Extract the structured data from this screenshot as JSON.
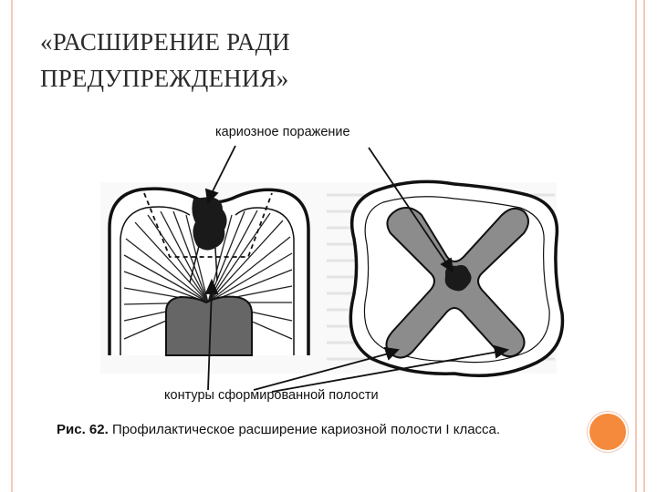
{
  "slide": {
    "title_line1": "«РАСШИРЕНИЕ РАДИ",
    "title_line2": "ПРЕДУПРЕЖДЕНИЯ»"
  },
  "figure": {
    "label_lesion": "кариозное поражение",
    "label_contours": "контуры сформированной полости",
    "caption_prefix": "Рис. 62.",
    "caption_text": "Профилактическое расширение кариозной полости I класса."
  },
  "colors": {
    "frame": "#f3c9b8",
    "accent_circle": "#f58a3c",
    "pulp": "#666666",
    "lesion": "#1a1a1a",
    "cavity_fill": "#8c8c8c"
  }
}
